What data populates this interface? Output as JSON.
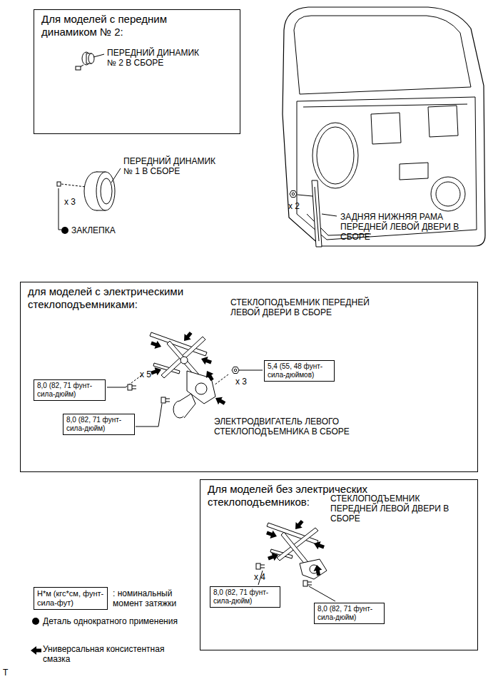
{
  "diagram": {
    "nodes": [
      {
        "text": [
          "Для моделей с передним динамиком № 2:"
        ]
      },
      {
        "text": [
          "для моделей с электрическими стеклоподъемниками:"
        ]
      },
      {
        "text": [
          "8,0 (82, 71 фунт-сила-дюйм)"
        ],
        "in": 1
      },
      {
        "text": [
          "5,4 (55, 48 фунт-сила-дюймов)"
        ],
        "in": 1
      },
      {
        "text": [
          "8,0 (82, 71 фунт-сила-дюйм)"
        ],
        "in": 1
      },
      {
        "text": [
          "Для моделей без электрических стеклоподъемников:"
        ]
      },
      {
        "text": [
          "8,0 (82, 71 фунт-сила-дюйм)"
        ],
        "in": 5
      },
      {
        "text": [
          "8,0 (82, 71 фунт-сила-дюйм)"
        ],
        "in": 5
      },
      {
        "text": [
          "Н*м (кгс*см, фунт-сила-фут)"
        ]
      }
    ],
    "edges": [],
    "labels": [
      "ПЕРЕДНИЙ ДИНАМИК № 2 В СБОРЕ",
      "ПЕРЕДНИЙ ДИНАМИК № 1 В СБОРЕ",
      "x 3",
      "ЗАКЛЕПКА",
      "x 2",
      "ЗАДНЯЯ НИЖНЯЯ РАМА ПЕРЕДНЕЙ ЛЕВОЙ ДВЕРИ В СБОРЕ",
      "СТЕКЛОПОДЪЕМНИК ПЕРЕДНЕЙ ЛЕВОЙ ДВЕРИ В СБОРЕ",
      "x 5",
      "x 3",
      "ЭЛЕКТРОДВИГАТЕЛЬ ЛЕВОГО СТЕКЛОПОДЪЕМНИКА В СБОРЕ",
      "СТЕКЛОПОДЪЕМНИК ПЕРЕДНЕЙ ЛЕВОЙ ДВЕРИ В СБОРЕ",
      "x 4",
      ": номинальный момент затяжки",
      "T"
    ],
    "legend": [
      {
        "text": "Деталь однократного применения"
      },
      {
        "text": "Универсальная консистентная смазка"
      }
    ]
  }
}
